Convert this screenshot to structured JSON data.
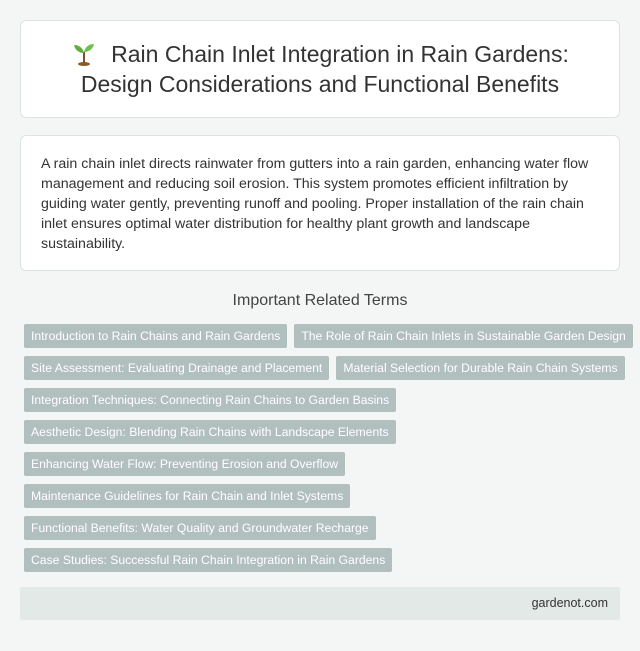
{
  "header": {
    "icon": "seedling-icon",
    "title": "Rain Chain Inlet Integration in Rain Gardens: Design Considerations and Functional Benefits"
  },
  "summary": "A rain chain inlet directs rainwater from gutters into a rain garden, enhancing water flow management and reducing soil erosion. This system promotes efficient infiltration by guiding water gently, preventing runoff and pooling. Proper installation of the rain chain inlet ensures optimal water distribution for healthy plant growth and landscape sustainability.",
  "terms": {
    "heading": "Important Related Terms",
    "items": [
      "Introduction to Rain Chains and Rain Gardens",
      "The Role of Rain Chain Inlets in Sustainable Garden Design",
      "Site Assessment: Evaluating Drainage and Placement",
      "Material Selection for Durable Rain Chain Systems",
      "Integration Techniques: Connecting Rain Chains to Garden Basins",
      "Aesthetic Design: Blending Rain Chains with Landscape Elements",
      "Enhancing Water Flow: Preventing Erosion and Overflow",
      "Maintenance Guidelines for Rain Chain and Inlet Systems",
      "Functional Benefits: Water Quality and Groundwater Recharge",
      "Case Studies: Successful Rain Chain Integration in Rain Gardens"
    ]
  },
  "footer": {
    "site": "gardenot.com"
  },
  "colors": {
    "background": "#f3f6f5",
    "tag": "#b1bfbf",
    "footer": "#e3e9e6"
  }
}
